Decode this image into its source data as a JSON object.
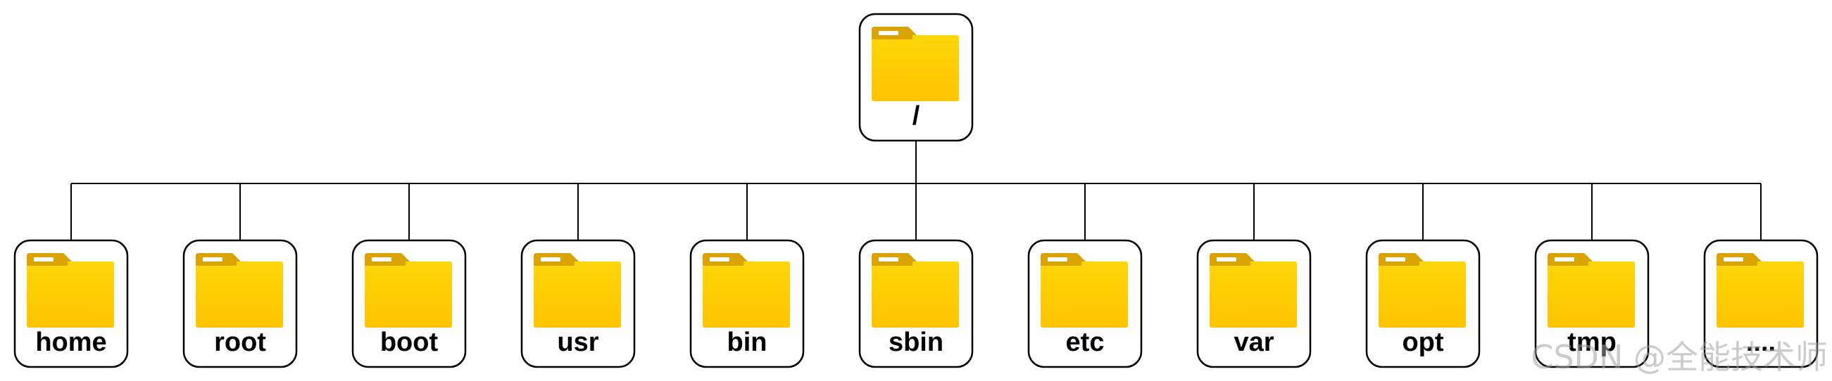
{
  "root": {
    "label": "/",
    "icon": "folder-icon"
  },
  "children": [
    {
      "label": "home",
      "icon": "folder-icon"
    },
    {
      "label": "root",
      "icon": "folder-icon"
    },
    {
      "label": "boot",
      "icon": "folder-icon"
    },
    {
      "label": "usr",
      "icon": "folder-icon"
    },
    {
      "label": "bin",
      "icon": "folder-icon"
    },
    {
      "label": "sbin",
      "icon": "folder-icon"
    },
    {
      "label": "etc",
      "icon": "folder-icon"
    },
    {
      "label": "var",
      "icon": "folder-icon"
    },
    {
      "label": "opt",
      "icon": "folder-icon"
    },
    {
      "label": "tmp",
      "icon": "folder-icon"
    },
    {
      "label": "....",
      "icon": "folder-icon"
    }
  ],
  "watermark": "CSDN @全能技术师",
  "colors": {
    "folder_tab": "#D9A300",
    "folder_body_top": "#FFD60A",
    "folder_body_bottom": "#FFC400",
    "folder_label_bar": "#FFFFFF",
    "node_border": "#000000",
    "connector": "#000000"
  }
}
